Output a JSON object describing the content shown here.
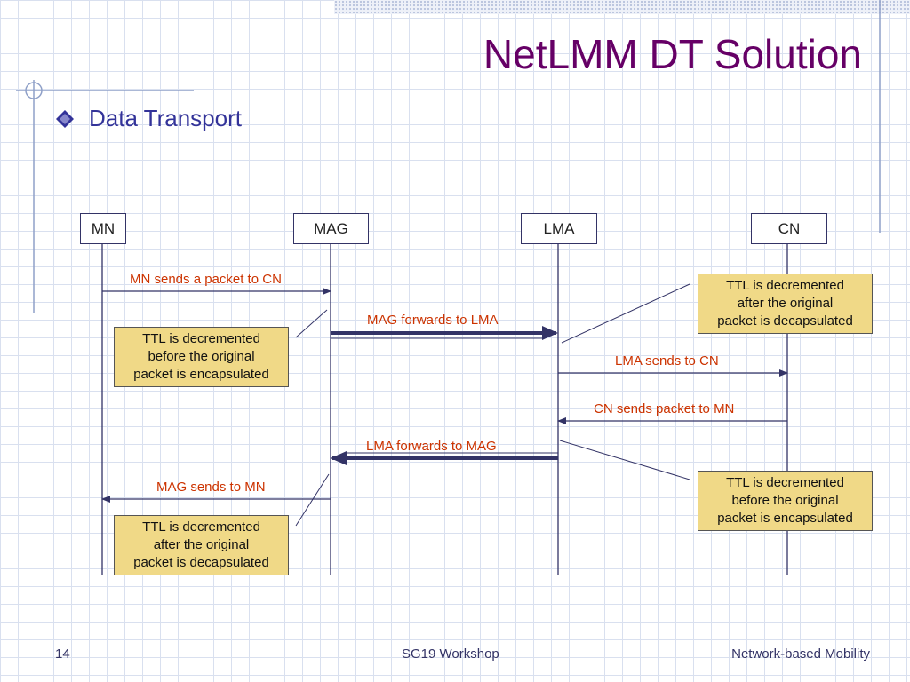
{
  "slide": {
    "title": "NetLMM DT Solution",
    "bullet": "Data Transport",
    "footer": {
      "page_number": "14",
      "center": "SG19 Workshop",
      "right": "Network-based Mobility"
    }
  },
  "diagram": {
    "entities": [
      "MN",
      "MAG",
      "LMA",
      "CN"
    ],
    "messages": [
      "MN sends a packet to CN",
      "MAG forwards to LMA",
      "LMA sends to CN",
      "CN sends packet to MN",
      "LMA forwards to MAG",
      "MAG sends to MN"
    ],
    "notes": [
      [
        "TTL is decremented",
        "after the original",
        "packet is decapsulated"
      ],
      [
        "TTL is decremented",
        "before the original",
        "packet is encapsulated"
      ],
      [
        "TTL is decremented",
        "before the original",
        "packet is encapsulated"
      ],
      [
        "TTL is decremented",
        "after the original",
        "packet is decapsulated"
      ]
    ]
  },
  "colors": {
    "title": "#660066",
    "bullet_text": "#333399",
    "message_text": "#cc3300",
    "arrow": "#333366",
    "note_fill": "#f0d987"
  }
}
